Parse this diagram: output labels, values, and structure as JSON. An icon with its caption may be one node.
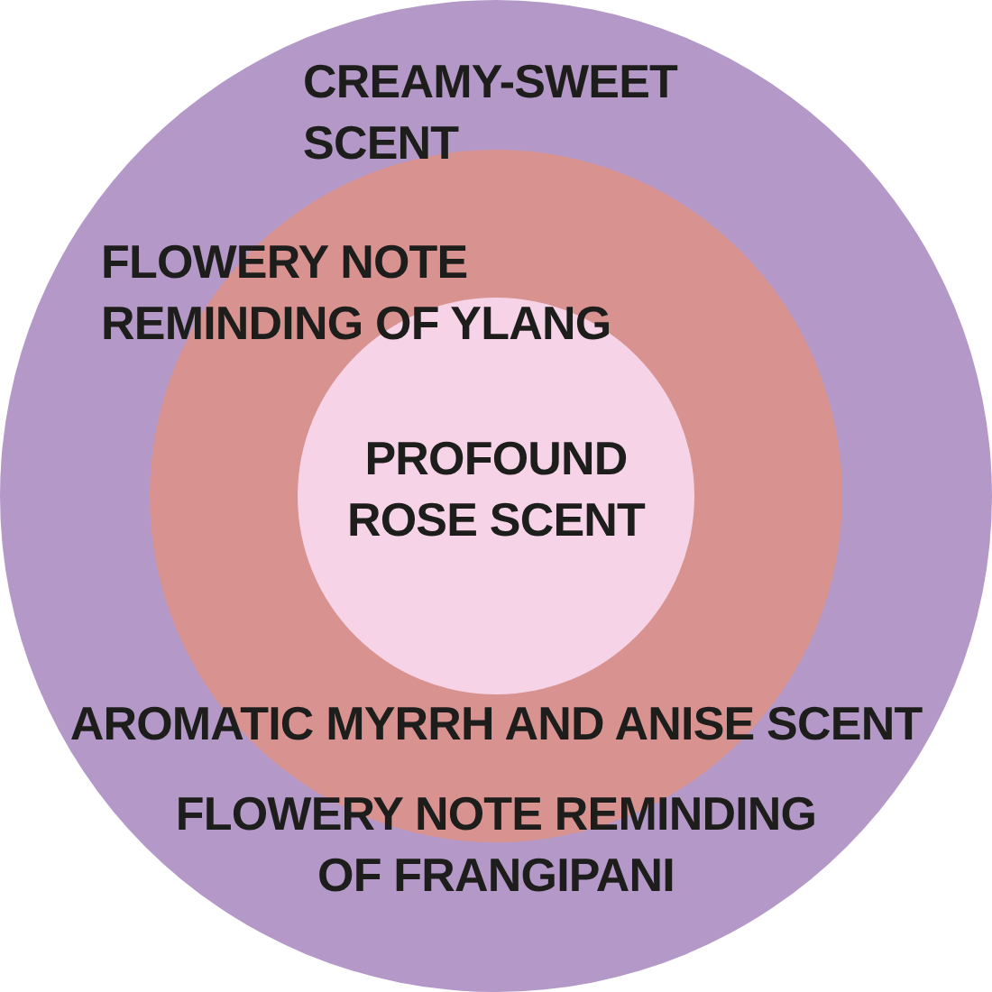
{
  "diagram": {
    "nodes": [
      {
        "text": [
          "CREAMY-SWEET SCENT",
          "FLOWERY NOTE REMINDING OF FRANGIPANI"
        ]
      },
      {
        "text": [
          "FLOWERY NOTE REMINDING OF YLANG",
          "AROMATIC MYRRH AND ANISE SCENT"
        ],
        "in": 0
      },
      {
        "text": [
          "PROFOUND ROSE SCENT"
        ],
        "in": 1
      }
    ],
    "edges": []
  }
}
